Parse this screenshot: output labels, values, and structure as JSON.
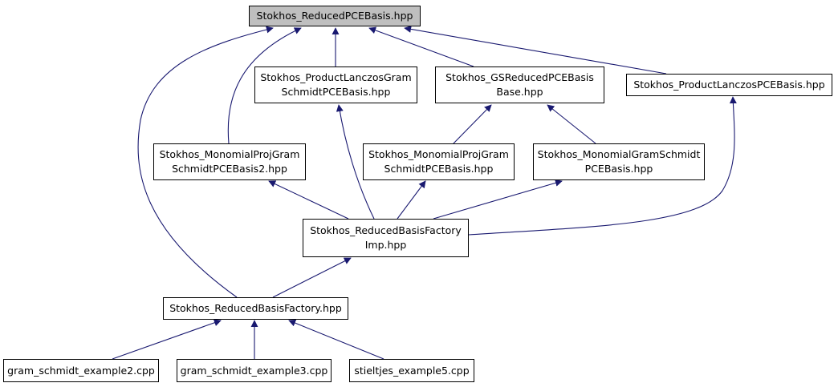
{
  "colors": {
    "edge": "#191970",
    "root_fill": "#bfbfbf",
    "node_fill": "#ffffff",
    "border": "#000000"
  },
  "nodes": {
    "root": {
      "line1": "Stokhos_ReducedPCEBasis.hpp"
    },
    "plgs": {
      "line1": "Stokhos_ProductLanczosGram",
      "line2": "SchmidtPCEBasis.hpp"
    },
    "gsrb": {
      "line1": "Stokhos_GSReducedPCEBasis",
      "line2": "Base.hpp"
    },
    "plpce": {
      "line1": "Stokhos_ProductLanczosPCEBasis.hpp"
    },
    "mpg2": {
      "line1": "Stokhos_MonomialProjGram",
      "line2": "SchmidtPCEBasis2.hpp"
    },
    "mpg": {
      "line1": "Stokhos_MonomialProjGram",
      "line2": "SchmidtPCEBasis.hpp"
    },
    "mgs": {
      "line1": "Stokhos_MonomialGramSchmidt",
      "line2": "PCEBasis.hpp"
    },
    "rbfi": {
      "line1": "Stokhos_ReducedBasisFactory",
      "line2": "Imp.hpp"
    },
    "rbf": {
      "line1": "Stokhos_ReducedBasisFactory.hpp"
    },
    "gs2": {
      "line1": "gram_schmidt_example2.cpp"
    },
    "gs3": {
      "line1": "gram_schmidt_example3.cpp"
    },
    "stl": {
      "line1": "stieltjes_example5.cpp"
    }
  }
}
